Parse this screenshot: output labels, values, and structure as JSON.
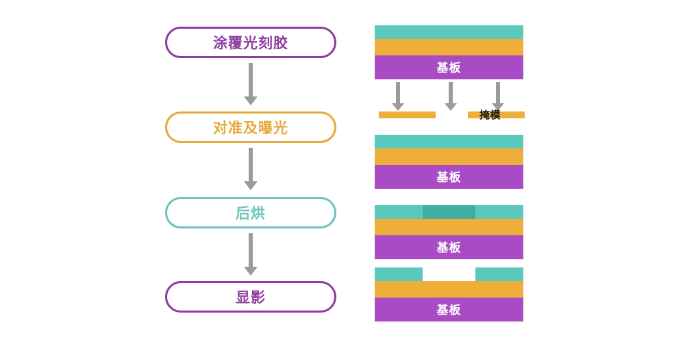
{
  "diagram": {
    "title": "Photolithography process flow",
    "colors": {
      "purple": "#A94BC4",
      "purple_border": "#8E3D9E",
      "orange": "#EFAE3A",
      "orange_border": "#E5A93C",
      "teal": "#5BC8BE",
      "teal_border": "#6CC4BC",
      "teal_exposed": "#3FAEA4",
      "arrow_gray": "#9B9B9B",
      "label_white": "#FFFFFF",
      "mask_label_black": "#1A1A1A",
      "background": "#FFFFFF"
    }
  },
  "flow": {
    "steps": [
      {
        "label": "涂覆光刻胶",
        "color_key": "purple",
        "text_color": "#8E3D9E",
        "border_color": "#8E3D9E"
      },
      {
        "label": "对准及曝光",
        "color_key": "orange",
        "text_color": "#E5A93C",
        "border_color": "#E5A93C"
      },
      {
        "label": "后烘",
        "color_key": "teal",
        "text_color": "#6CC4BC",
        "border_color": "#6CC4BC"
      },
      {
        "label": "显影",
        "color_key": "purple",
        "text_color": "#8E3D9E",
        "border_color": "#8E3D9E"
      }
    ],
    "connector_count": 3
  },
  "stacks": [
    {
      "name": "coated-resist-stack",
      "substrate_label": "基板",
      "layers": [
        "photoresist-teal",
        "oxide-orange",
        "substrate-purple"
      ],
      "resist_state": "continuous"
    },
    {
      "name": "post-exposure-stack",
      "substrate_label": "基板",
      "layers": [
        "photoresist-teal",
        "oxide-orange",
        "substrate-purple"
      ],
      "resist_state": "continuous"
    },
    {
      "name": "post-bake-stack",
      "substrate_label": "基板",
      "layers": [
        "photoresist-teal",
        "exposed-region-dark-teal",
        "oxide-orange",
        "substrate-purple"
      ],
      "resist_state": "exposed-center"
    },
    {
      "name": "developed-stack",
      "substrate_label": "基板",
      "layers": [
        "photoresist-teal-left",
        "photoresist-teal-right",
        "oxide-orange",
        "substrate-purple"
      ],
      "resist_state": "opened-center"
    }
  ],
  "exposure": {
    "mask_label": "掩模",
    "light_arrow_count": 3,
    "mask_bar_count": 2
  }
}
